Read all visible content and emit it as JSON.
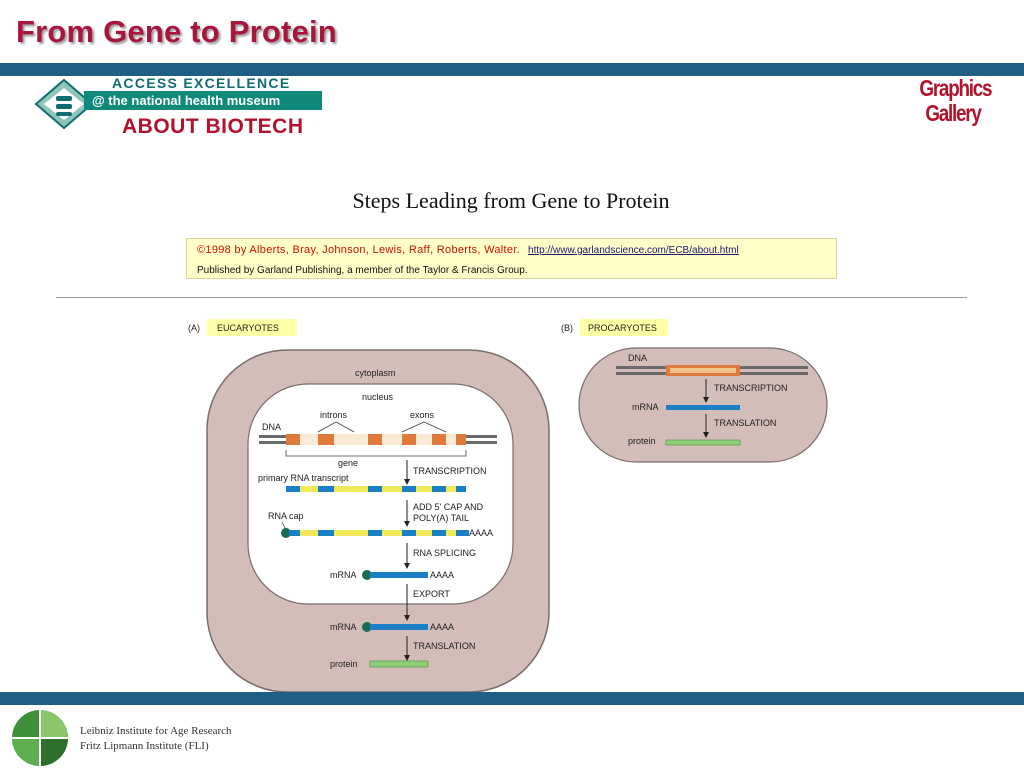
{
  "slide": {
    "title": "From Gene to Protein"
  },
  "access_excellence": {
    "line1": "ACCESS EXCELLENCE",
    "line2": "@ the national health museum",
    "line3": "ABOUT BIOTECH"
  },
  "graphics_gallery": {
    "line1": "Graphics",
    "line2": "Gallery"
  },
  "diagram": {
    "title": "Steps Leading from Gene to Protein"
  },
  "citation": {
    "line1": "©1998 by Alberts, Bray, Johnson, Lewis, Raff, Roberts, Walter.",
    "url": "http://www.garlandscience.com/ECB/about.html",
    "line2": "Published by Garland Publishing, a member of the Taylor & Francis Group."
  },
  "panel_a": {
    "letter": "(A)",
    "label": "EUCARYOTES",
    "cytoplasm": "cytoplasm",
    "nucleus": "nucleus",
    "introns": "introns",
    "exons": "exons",
    "dna": "DNA",
    "gene": "gene",
    "transcription": "TRANSCRIPTION",
    "primary_transcript": "primary RNA transcript",
    "cap_step_1": "ADD 5' CAP AND",
    "cap_step_2": "POLY(A) TAIL",
    "rna_cap": "RNA cap",
    "polya_1": "AAAA",
    "splicing": "RNA SPLICING",
    "mrna_1": "mRNA",
    "polya_2": "AAAA",
    "export": "EXPORT",
    "mrna_2": "mRNA",
    "polya_3": "AAAA",
    "translation": "TRANSLATION",
    "protein": "protein"
  },
  "panel_b": {
    "letter": "(B)",
    "label": "PROCARYOTES",
    "dna": "DNA",
    "transcription": "TRANSCRIPTION",
    "mrna": "mRNA",
    "translation": "TRANSLATION",
    "protein": "protein"
  },
  "footer": {
    "line1": "Leibniz Institute for Age Research",
    "line2": "Fritz Lipmann Institute (FLI)"
  },
  "colors": {
    "title_red": "#a8163c",
    "bar_blue": "#1f5f86",
    "cell_fill": "#d2bdb8",
    "label_yellow": "#ffffa6",
    "rna_blue": "#1a7fc4",
    "exon_orange": "#e07a3a",
    "intron_yellow": "#f3e85a",
    "protein_green": "#8ccf78"
  }
}
